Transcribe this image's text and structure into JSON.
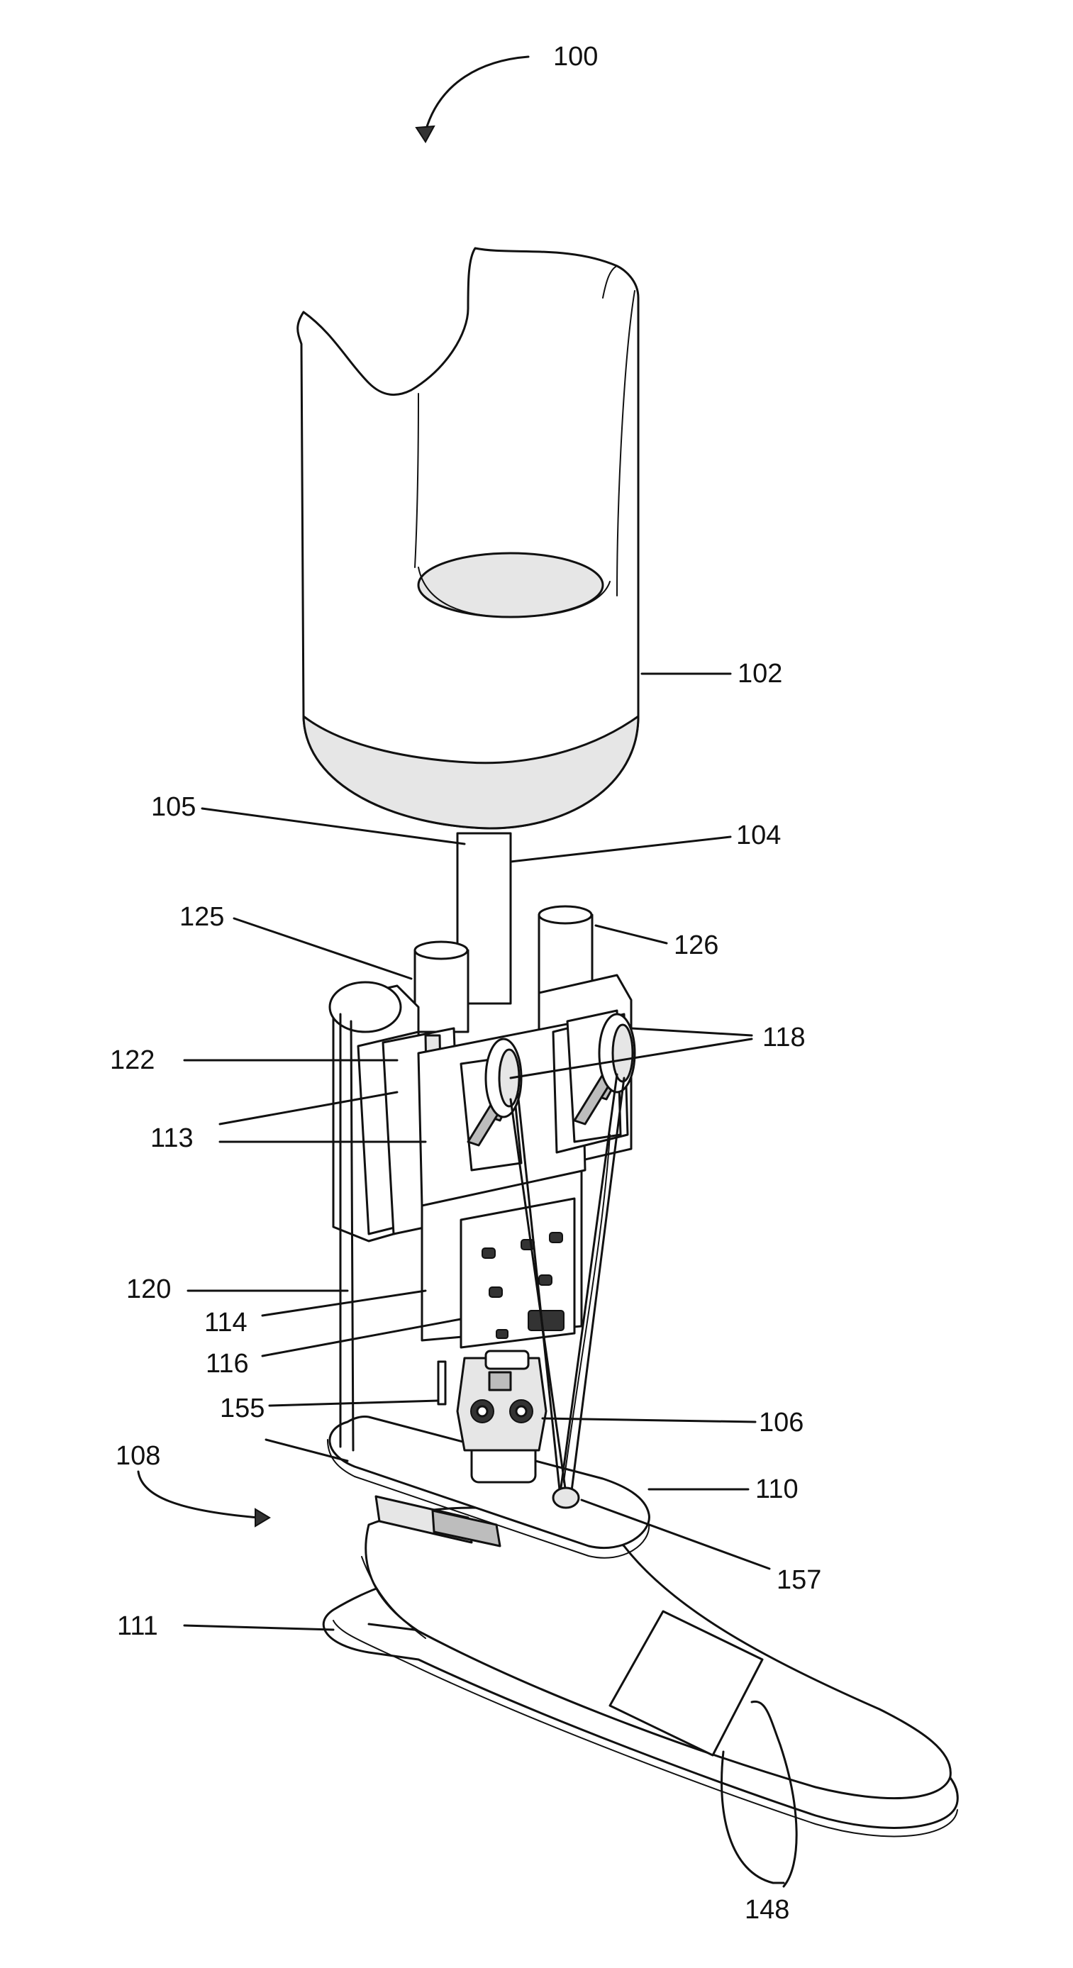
{
  "figure": {
    "reference_numerals": {
      "assembly": "100",
      "socket": "102",
      "pylon": "104",
      "pylon_end": "105",
      "ankle_joint": "106",
      "foot_assembly": "108",
      "ankle_plate": "110",
      "sole": "111",
      "guide_plates": "113",
      "front_plate": "114",
      "circuit_board": "116",
      "pulleys": "118",
      "left_cable": "120",
      "rear_plate": "122",
      "left_actuator": "125",
      "right_actuator": "126",
      "sensor": "148",
      "left_anchor": "155",
      "right_anchor": "157"
    }
  }
}
